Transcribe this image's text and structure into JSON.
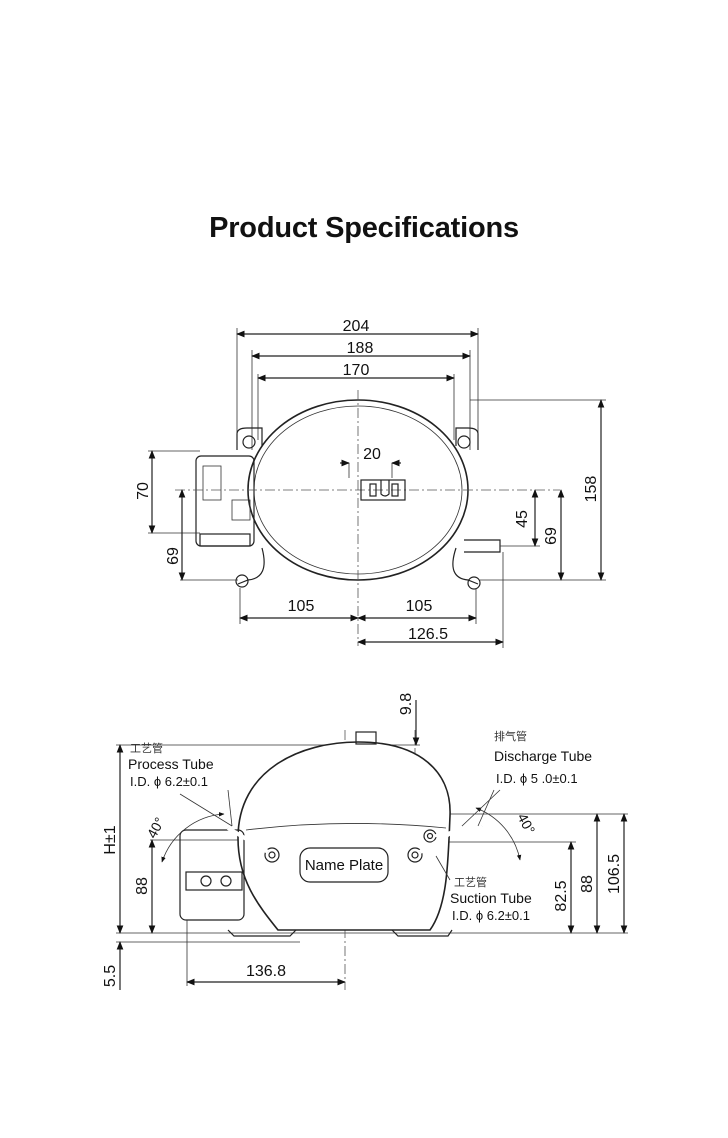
{
  "header": {
    "title": "Product Specifications"
  },
  "top_view": {
    "dims": {
      "d204": "204",
      "d188": "188",
      "d170": "170",
      "d20": "20",
      "d70": "70",
      "d69_left": "69",
      "d45": "45",
      "d69_right": "69",
      "d158": "158",
      "d105_left": "105",
      "d105_right": "105",
      "d126_5": "126.5"
    }
  },
  "side_view": {
    "dims": {
      "d9_8": "9.8",
      "h1": "H±1",
      "d88_left": "88",
      "d5_5": "5.5",
      "d136_8": "136.8",
      "d82_5": "82.5",
      "d88_right": "88",
      "d106_5": "106.5",
      "angle_left": "40°",
      "angle_right": "40°"
    },
    "process_tube": {
      "cn": "工艺管",
      "label": "Process Tube",
      "spec": "I.D. ϕ 6.2±0.1"
    },
    "discharge_tube": {
      "cn": "排气管",
      "label": "Discharge Tube",
      "spec": "I.D. ϕ 5 .0±0.1"
    },
    "suction_tube": {
      "cn": "工艺管",
      "label": "Suction Tube",
      "spec": "I.D. ϕ 6.2±0.1"
    },
    "name_plate": "Name Plate"
  }
}
